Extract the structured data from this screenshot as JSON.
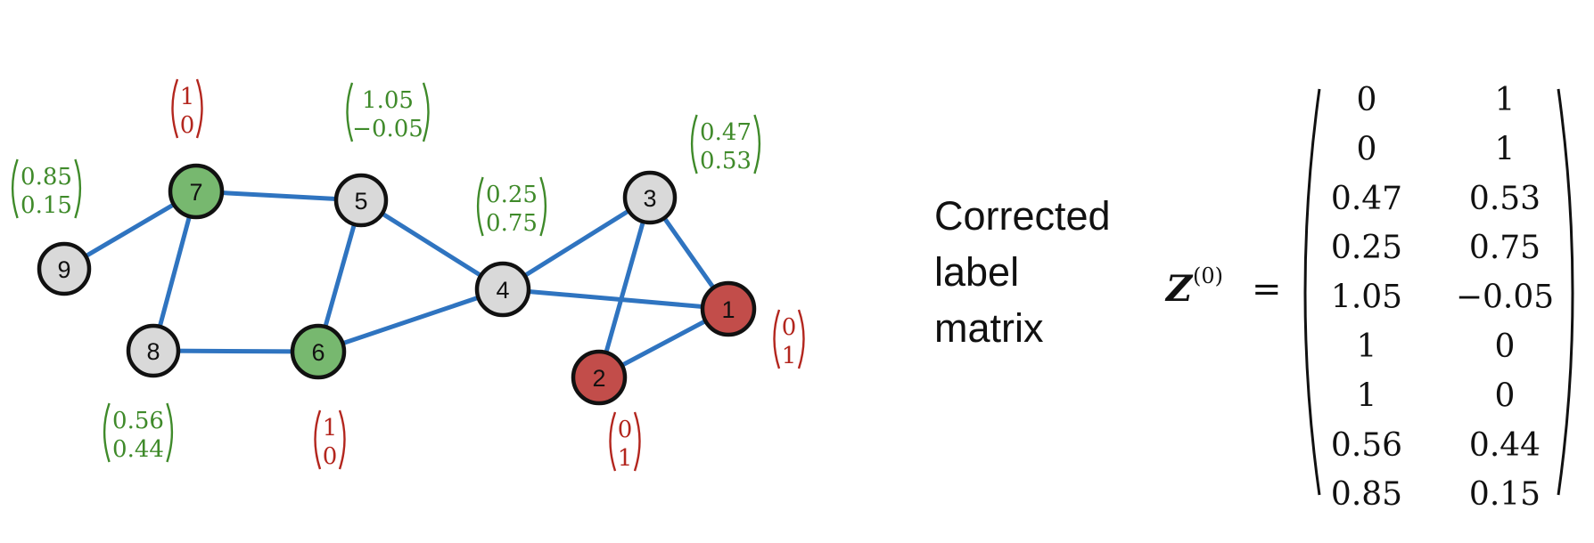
{
  "colors": {
    "edge": "#2f74c0",
    "labeled_green": "#77b86f",
    "labeled_red": "#c24d4a",
    "unlabeled": "#d9d9d9",
    "vector_green": "#3f8a2a",
    "vector_red": "#b3261e"
  },
  "graph": {
    "nodes": [
      {
        "id": "1",
        "label": "1",
        "state": "red"
      },
      {
        "id": "2",
        "label": "2",
        "state": "red"
      },
      {
        "id": "3",
        "label": "3",
        "state": "unlabeled"
      },
      {
        "id": "4",
        "label": "4",
        "state": "unlabeled"
      },
      {
        "id": "5",
        "label": "5",
        "state": "unlabeled"
      },
      {
        "id": "6",
        "label": "6",
        "state": "green"
      },
      {
        "id": "7",
        "label": "7",
        "state": "green"
      },
      {
        "id": "8",
        "label": "8",
        "state": "unlabeled"
      },
      {
        "id": "9",
        "label": "9",
        "state": "unlabeled"
      }
    ],
    "edges": [
      [
        "9",
        "7"
      ],
      [
        "7",
        "5"
      ],
      [
        "7",
        "8"
      ],
      [
        "8",
        "6"
      ],
      [
        "6",
        "5"
      ],
      [
        "6",
        "4"
      ],
      [
        "5",
        "4"
      ],
      [
        "4",
        "3"
      ],
      [
        "4",
        "1"
      ],
      [
        "3",
        "1"
      ],
      [
        "3",
        "2"
      ],
      [
        "2",
        "1"
      ]
    ],
    "vectors": [
      {
        "node": "7",
        "values": [
          "1",
          "0"
        ],
        "color": "red"
      },
      {
        "node": "5",
        "values": [
          "1.05",
          "−0.05"
        ],
        "color": "green"
      },
      {
        "node": "3",
        "values": [
          "0.47",
          "0.53"
        ],
        "color": "green"
      },
      {
        "node": "9",
        "values": [
          "0.85",
          "0.15"
        ],
        "color": "green"
      },
      {
        "node": "4",
        "values": [
          "0.25",
          "0.75"
        ],
        "color": "green"
      },
      {
        "node": "1",
        "values": [
          "0",
          "1"
        ],
        "color": "red"
      },
      {
        "node": "8",
        "values": [
          "0.56",
          "0.44"
        ],
        "color": "green"
      },
      {
        "node": "6",
        "values": [
          "1",
          "0"
        ],
        "color": "red"
      },
      {
        "node": "2",
        "values": [
          "0",
          "1"
        ],
        "color": "red"
      }
    ]
  },
  "caption": {
    "line1": "Corrected",
    "line2": "label",
    "line3": "matrix"
  },
  "matrix": {
    "symbol": "Z",
    "superscript": "(0)",
    "equals": "=",
    "rows": [
      [
        "0",
        "1"
      ],
      [
        "0",
        "1"
      ],
      [
        "0.47",
        "0.53"
      ],
      [
        "0.25",
        "0.75"
      ],
      [
        "1.05",
        "−0.05"
      ],
      [
        "1",
        "0"
      ],
      [
        "1",
        "0"
      ],
      [
        "0.56",
        "0.44"
      ],
      [
        "0.85",
        "0.15"
      ]
    ]
  }
}
